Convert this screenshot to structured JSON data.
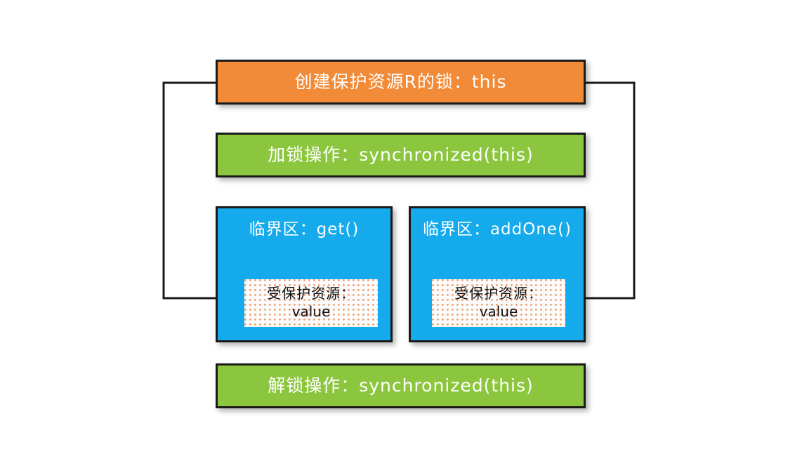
{
  "diagram": {
    "title_node": {
      "id": "lock-create",
      "label": "创建保护资源R的锁：this",
      "color": "#f28b37"
    },
    "lock_acquire": {
      "id": "lock-acquire",
      "label": "加锁操作：synchronized(this)",
      "color": "#8cc63e"
    },
    "lock_release": {
      "id": "lock-release",
      "label": "解锁操作：synchronized(this)",
      "color": "#8cc63e"
    },
    "critical_sections": [
      {
        "id": "critical-get",
        "title": "临界区：get()",
        "color": "#14aaeb",
        "resource": {
          "line1": "受保护资源：",
          "line2": "value"
        }
      },
      {
        "id": "critical-addone",
        "title": "临界区：addOne()",
        "color": "#14aaeb",
        "resource": {
          "line1": "受保护资源：",
          "line2": "value"
        }
      }
    ],
    "connectors": [
      {
        "name": "lock-to-get-resource",
        "from": "lock-create",
        "to": "critical-get.resource",
        "side": "left",
        "arrow": "right",
        "stroke": "#1a1a1a"
      },
      {
        "name": "lock-to-addone-resource",
        "from": "lock-create",
        "to": "critical-addone.resource",
        "side": "right",
        "arrow": "left",
        "stroke": "#1a1a1a"
      }
    ],
    "background": "#ffffff",
    "border_color": "#1a1a1a"
  }
}
